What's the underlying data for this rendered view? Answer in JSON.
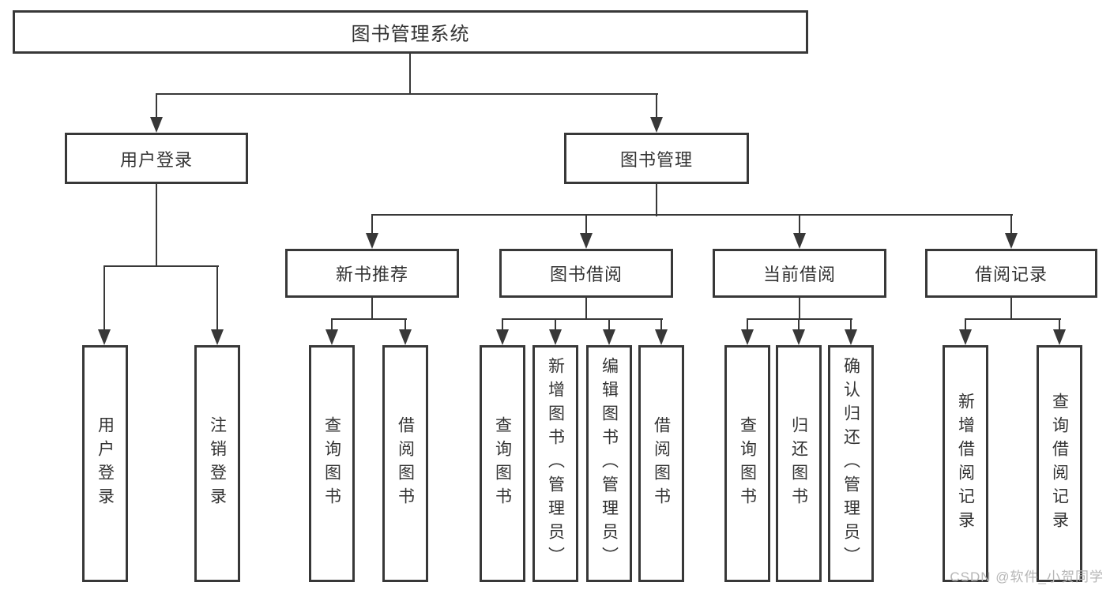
{
  "diagram": {
    "title": "图书管理系统",
    "root": {
      "label": "图书管理系统"
    },
    "branches": [
      {
        "label": "用户登录",
        "children": [
          {
            "label": "用户登录"
          },
          {
            "label": "注销登录"
          }
        ]
      },
      {
        "label": "图书管理",
        "children": [
          {
            "label": "新书推荐",
            "children": [
              {
                "label": "查询图书"
              },
              {
                "label": "借阅图书"
              }
            ]
          },
          {
            "label": "图书借阅",
            "children": [
              {
                "label": "查询图书"
              },
              {
                "label": "新增图书（管理员）"
              },
              {
                "label": "编辑图书（管理员）"
              },
              {
                "label": "借阅图书"
              }
            ]
          },
          {
            "label": "当前借阅",
            "children": [
              {
                "label": "查询图书"
              },
              {
                "label": "归还图书"
              },
              {
                "label": "确认归还（管理员）"
              }
            ]
          },
          {
            "label": "借阅记录",
            "children": [
              {
                "label": "新增借阅记录"
              },
              {
                "label": "查询借阅记录"
              }
            ]
          }
        ]
      }
    ]
  },
  "watermark": {
    "text": "CSDN @软件_小贺同学"
  },
  "colors": {
    "line": "#383838",
    "box_border": "#383838",
    "text": "#333333",
    "background": "#ffffff",
    "watermark": "#b6b6b6"
  }
}
